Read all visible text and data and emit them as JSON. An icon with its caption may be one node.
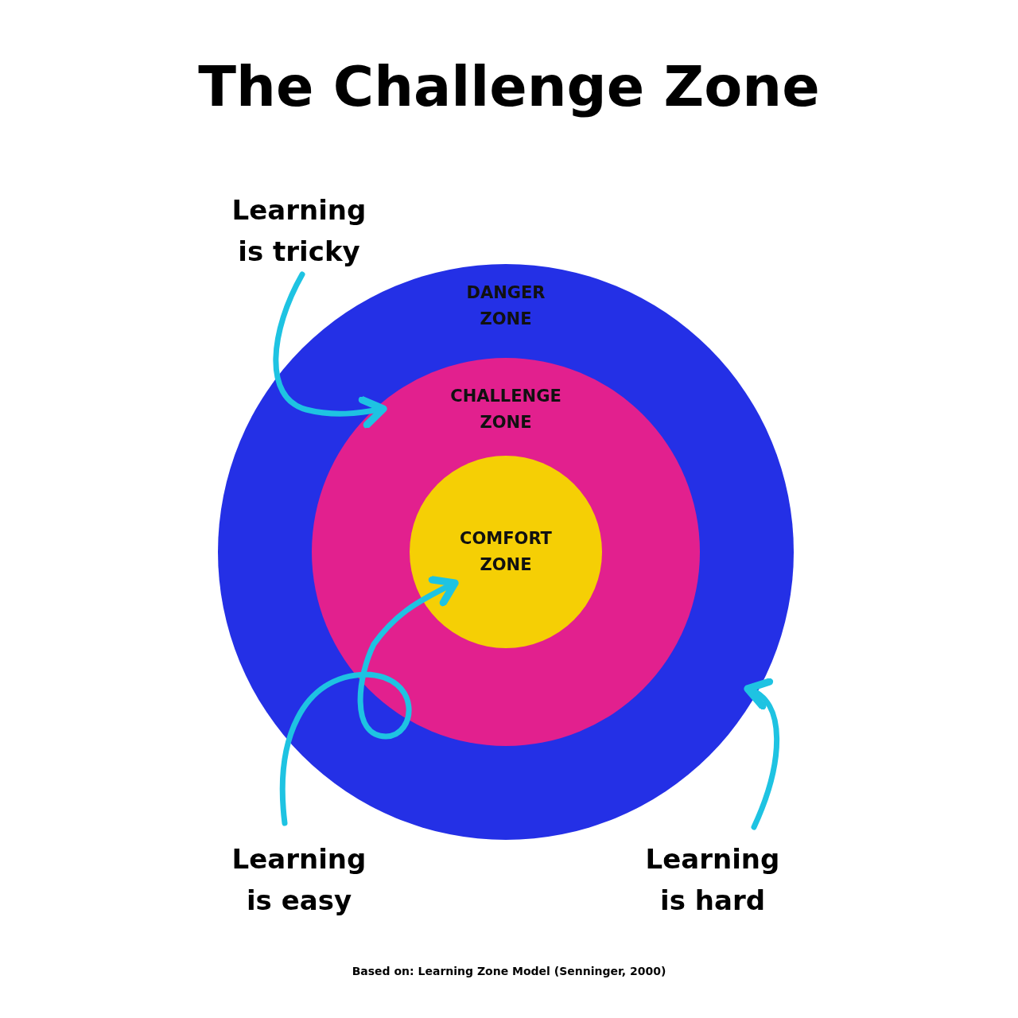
{
  "diagram": {
    "title": "The Challenge Zone",
    "caption": "Based on: Learning Zone Model (Senninger, 2000)",
    "nodes": [
      {
        "text": [
          "DANGER ZONE"
        ]
      },
      {
        "text": [
          "CHALLENGE ZONE"
        ],
        "in": 0
      },
      {
        "text": [
          "COMFORT ZONE"
        ],
        "in": 1
      },
      {
        "text": [
          "Learning is tricky"
        ]
      },
      {
        "text": [
          "Learning is easy"
        ]
      },
      {
        "text": [
          "Learning is hard"
        ]
      }
    ],
    "edges": [
      {
        "from": 3,
        "to": 1,
        "arrow": "to"
      },
      {
        "from": 4,
        "to": 2,
        "arrow": "to"
      },
      {
        "from": 5,
        "to": 0,
        "arrow": "to"
      }
    ]
  }
}
